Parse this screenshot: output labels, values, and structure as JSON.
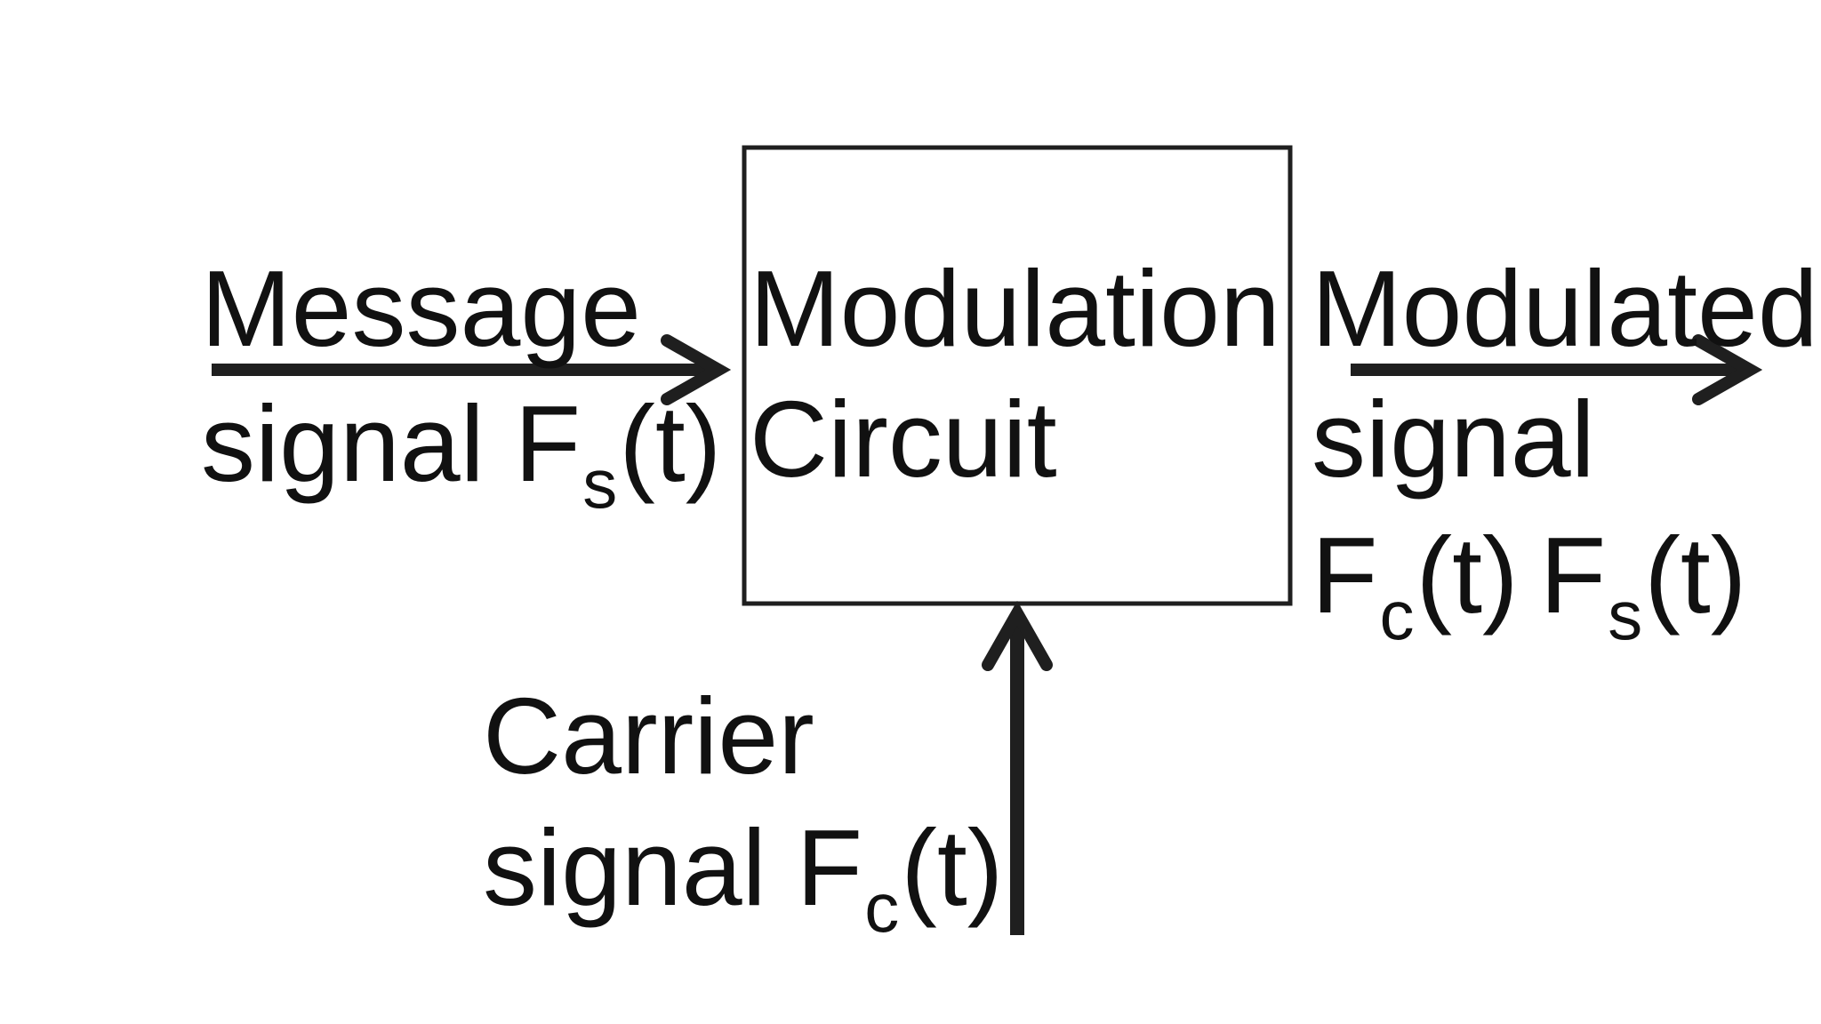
{
  "colors": {
    "background": "#ffffff",
    "ink": "#111111",
    "arrow": "#1f1f1f"
  },
  "block": {
    "line1": "Modulation",
    "line2": "Circuit"
  },
  "input_message": {
    "line1": "Message",
    "line2_prefix": "signal F",
    "line2_sub": "s",
    "line2_suffix": "(t)"
  },
  "input_carrier": {
    "line1": "Carrier",
    "line2_prefix": "signal F",
    "line2_sub": "c",
    "line2_suffix": "(t)"
  },
  "output": {
    "line1": "Modulated",
    "line2": "signal",
    "line3_a_prefix": "F",
    "line3_a_sub": "c",
    "line3_a_suffix": "(t)",
    "line3_b_prefix": "F",
    "line3_b_sub": "s",
    "line3_b_suffix": "(t)"
  }
}
